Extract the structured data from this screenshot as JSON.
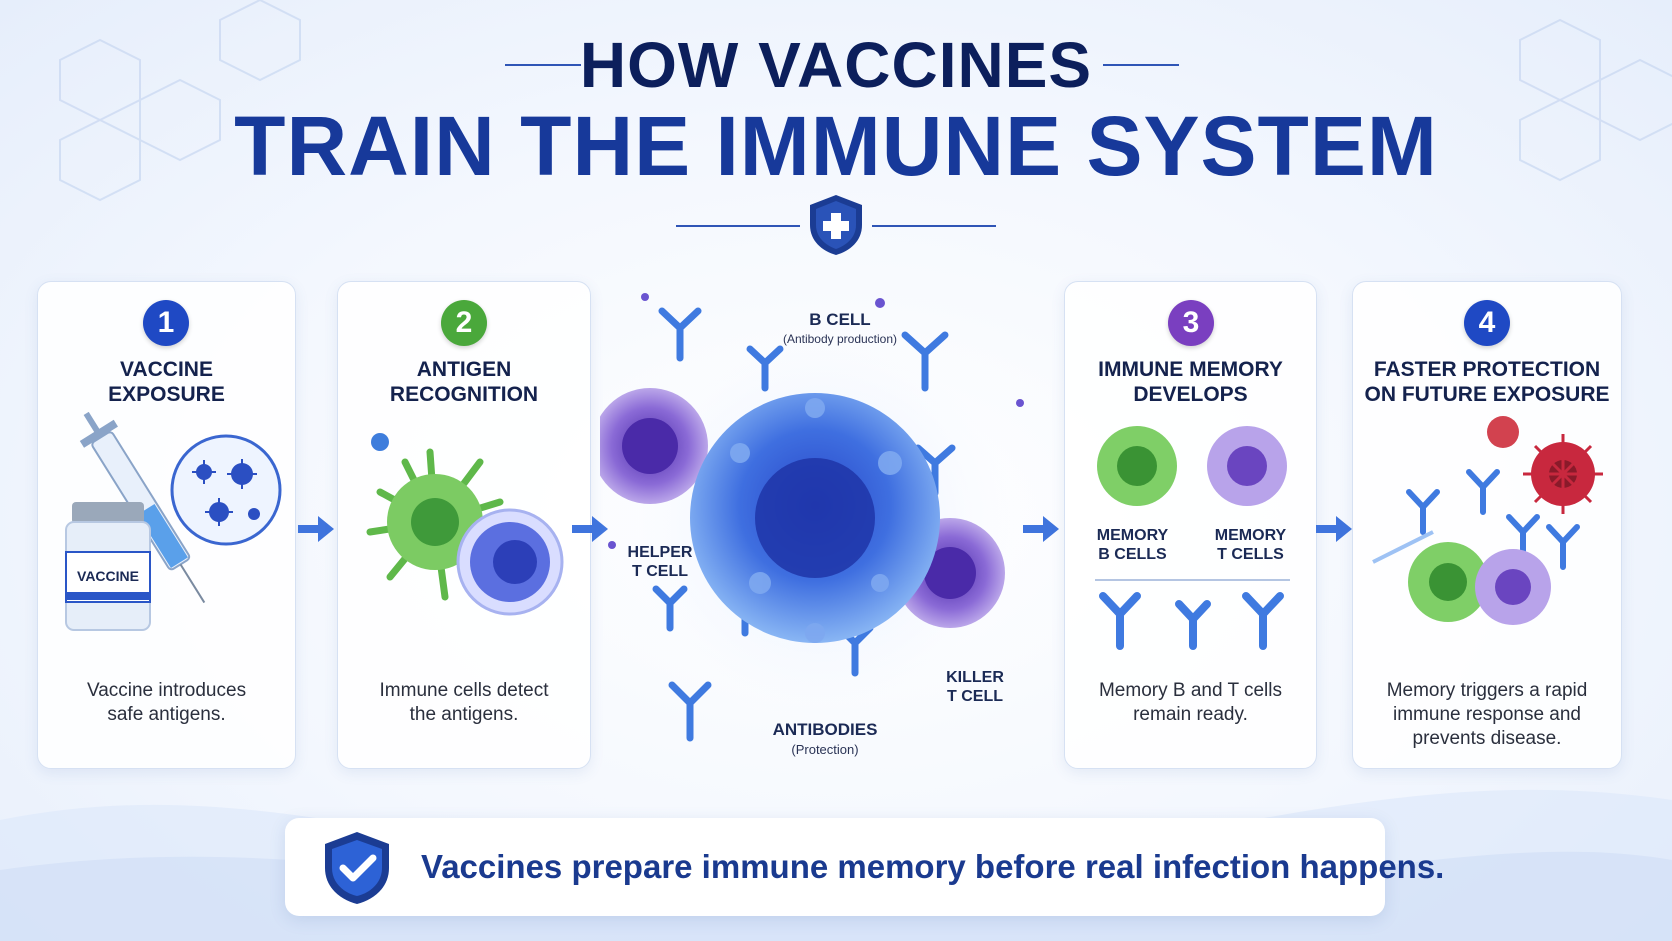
{
  "title": {
    "line1": "HOW VACCINES",
    "line2": "TRAIN THE IMMUNE SYSTEM"
  },
  "colors": {
    "navy": "#0c1f5c",
    "blue": "#17399a",
    "step1": "#1f49c4",
    "step2": "#4aa83b",
    "step3": "#7a3fc0",
    "step4": "#1f49c4"
  },
  "steps": [
    {
      "number": "1",
      "title": "VACCINE\nEXPOSURE",
      "description": "Vaccine introduces\nsafe antigens.",
      "vial_label": "VACCINE"
    },
    {
      "number": "2",
      "title": "ANTIGEN\nRECOGNITION",
      "description": "Immune cells detect\nthe antigens."
    },
    {
      "number": "3",
      "title": "IMMUNE MEMORY\nDEVELOPS",
      "description": "Memory B and T cells\nremain ready.",
      "memory_b": "MEMORY\nB CELLS",
      "memory_t": "MEMORY\nT CELLS"
    },
    {
      "number": "4",
      "title": "FASTER PROTECTION\nON FUTURE EXPOSURE",
      "description": "Memory triggers a rapid\nimmune response and\nprevents disease."
    }
  ],
  "center": {
    "b_cell": "B CELL",
    "b_cell_sub": "(Antibody production)",
    "helper": "HELPER\nT CELL",
    "killer": "KILLER\nT CELL",
    "antibodies": "ANTIBODIES",
    "antibodies_sub": "(Protection)"
  },
  "banner": {
    "text": "Vaccines prepare immune memory before real infection happens."
  }
}
